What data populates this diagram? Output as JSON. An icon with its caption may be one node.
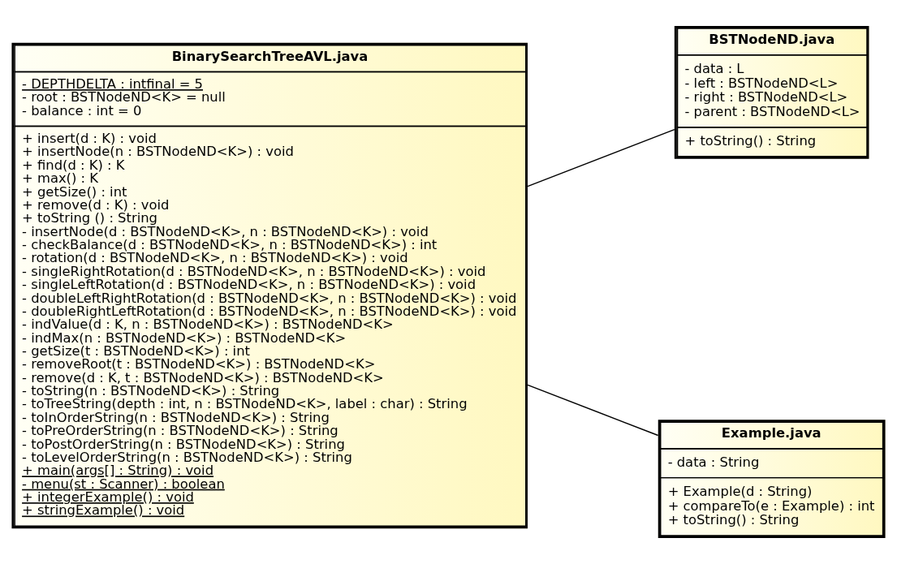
{
  "diagram": {
    "nodes": [
      {
        "text": [
          "BinarySearchTreeAVL.java",
          "- DEPTHDELTA : intfinal = 5",
          "- root : BSTNodeND<K> = null",
          "- balance : int = 0",
          "+ insert(d : K) : void",
          "+ insertNode(n : BSTNodeND<K>) : void",
          "+ find(d : K) : K",
          "+ max() : K",
          "+ getSize() : int",
          "+ remove(d : K) : void",
          "+ toString () : String",
          "- insertNode(d : BSTNodeND<K>, n : BSTNodeND<K>) : void",
          "- checkBalance(d : BSTNodeND<K>, n : BSTNodeND<K>) : int",
          "- rotation(d : BSTNodeND<K>, n : BSTNodeND<K>) : void",
          "- singleRightRotation(d : BSTNodeND<K>, n : BSTNodeND<K>) : void",
          "- singleLeftRotation(d : BSTNodeND<K>, n : BSTNodeND<K>) : void",
          "- doubleLeftRightRotation(d : BSTNodeND<K>, n : BSTNodeND<K>) : void",
          "- doubleRightLeftRotation(d : BSTNodeND<K>, n : BSTNodeND<K>) : void",
          "- indValue(d : K, n : BSTNodeND<K>) : BSTNodeND<K>",
          "- indMax(n : BSTNodeND<K>) : BSTNodeND<K>",
          "- getSize(t : BSTNodeND<K>) : int",
          "- removeRoot(t : BSTNodeND<K>) : BSTNodeND<K>",
          "- remove(d : K, t : BSTNodeND<K>) : BSTNodeND<K>",
          "- toString(n : BSTNodeND<K>) : String",
          "- toTreeString(depth : int, n : BSTNodeND<K>, label : char) : String",
          "- toInOrderString(n : BSTNodeND<K>) : String",
          "- toPreOrderString(n : BSTNodeND<K>) : String",
          "- toPostOrderString(n : BSTNodeND<K>) : String",
          "- toLevelOrderString(n : BSTNodeND<K>) : String",
          "+ main(args[] : String) : void",
          "- menu(st : Scanner) : boolean",
          "+ integerExample() : void",
          "+ stringExample() : void"
        ]
      },
      {
        "text": [
          "BSTNodeND.java",
          "- data : L",
          "- left : BSTNodeND<L>",
          "- right : BSTNodeND<L>",
          "- parent : BSTNodeND<L>",
          "+ toString() : String"
        ]
      },
      {
        "text": [
          "Example.java",
          "- data : String",
          "+ Example(d : String)",
          "+ compareTo(e : Example) : int",
          "+ toString() : String"
        ]
      }
    ],
    "edges": [
      {
        "from": 0,
        "to": 1,
        "arrow": "none"
      },
      {
        "from": 0,
        "to": 2,
        "arrow": "none"
      }
    ]
  }
}
